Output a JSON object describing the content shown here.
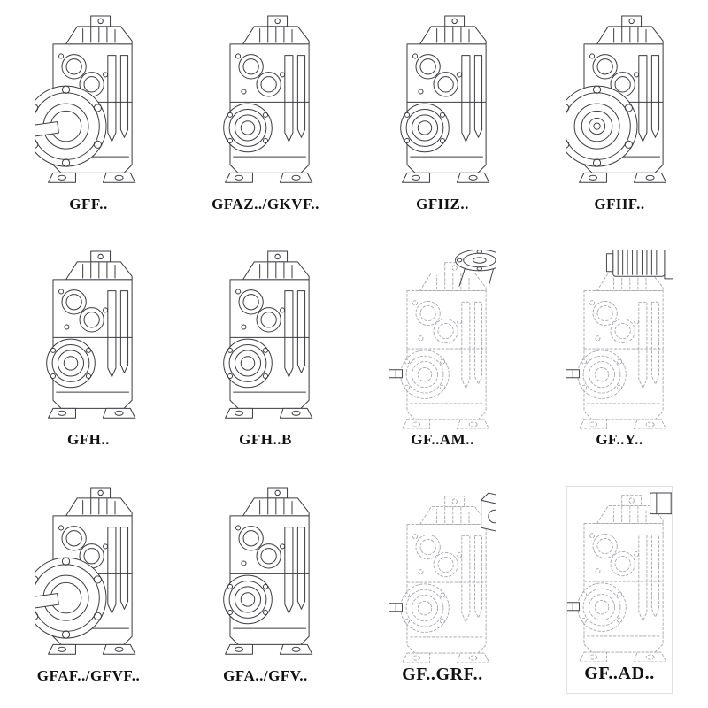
{
  "page": {
    "background": "#ffffff",
    "description": "Catalog sheet of parallel shaft helical gear reducer model variants, 4 x 3 grid of technical line drawings with model designations"
  },
  "colors": {
    "line": "#3c3c40",
    "ghost_line": "#a3a3aa",
    "label_text": "#111111"
  },
  "catalog": {
    "items": [
      {
        "label": "GFF..",
        "drawing": "gear-unit-output-flange-solid-shaft",
        "line_style": "solid"
      },
      {
        "label": "GFAZ../GKVF..",
        "drawing": "gear-unit-hollow-shaft",
        "line_style": "solid"
      },
      {
        "label": "GFHZ..",
        "drawing": "gear-unit-hollow-shaft",
        "line_style": "solid"
      },
      {
        "label": "GFHF..",
        "drawing": "gear-unit-flange-hollow-shaft",
        "line_style": "solid"
      },
      {
        "label": "GFH..",
        "drawing": "gear-unit-hollow-shaft-foot",
        "line_style": "solid"
      },
      {
        "label": "GFH..B",
        "drawing": "gear-unit-hollow-shaft-foot",
        "line_style": "solid"
      },
      {
        "label": "GF..AM..",
        "drawing": "gear-unit-with-iec-adapter-flange",
        "line_style": "dashed"
      },
      {
        "label": "GF..Y..",
        "drawing": "gear-unit-with-mounted-motor",
        "line_style": "dashed"
      },
      {
        "label": "GFAF../GFVF..",
        "drawing": "gear-unit-output-flange-solid-shaft",
        "line_style": "solid"
      },
      {
        "label": "GFA../GFV..",
        "drawing": "gear-unit-hollow-shaft",
        "line_style": "solid"
      },
      {
        "label": "GF..GRF..",
        "drawing": "gear-unit-with-input-cover-block",
        "line_style": "dashed"
      },
      {
        "label": "GF..AD..",
        "drawing": "gear-unit-with-input-shaft-adapter",
        "line_style": "dashed"
      }
    ]
  }
}
